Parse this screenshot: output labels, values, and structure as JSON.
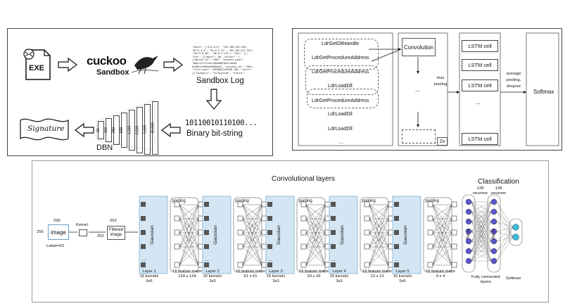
{
  "pipeline": {
    "exe_label": "EXE",
    "cuckoo_brand": "cuckoo",
    "cuckoo_sub": "Sandbox",
    "sandbox_log_label": "Sandbox Log",
    "bitstring": "10110010110100...",
    "binary_label": "Binary bit-string",
    "dbn_label": "DBN",
    "signature_label": "Signature",
    "dbn_layers": [
      "30",
      "100",
      "250",
      "500",
      "1,000",
      "2,500",
      "5,000",
      "20,000"
    ],
    "log_lines": [
      "\"hosts\": [\"8.8.8.8\", \"192.168.244.130\",",
      "\"89.8.4.6\", \"94.8.3.15\", \"194.105.251.234\",",
      "\"194.8.8.48\", \"80.8.4.115\"], \"dns\": [],",
      "\"tcp\": [{\"dport\": 80, \"offset\": 1 ...",
      "{\"parent_id\": \"300\", \"process_name\":",
      "\"bqb/c3fff7aac?b8dd887d8fcc6b48",
      "6fa8b17a95bae8985b4d\", \"process_id\": \"300\",",
      "\"first_seen\": 20200822161038.109, \"calls\":",
      "[{\"category\": \"filesystem\", \"status\":"
    ]
  },
  "lstm_model": {
    "api_calls": [
      "LdrGetDllHandle",
      "LdrGetProcedureAddress",
      "LdrGetProcedureAddress",
      "LdrLoadDll",
      "LdrGetProcedureAddress",
      "LdrLoadDll",
      "LdrLoadDll",
      "..."
    ],
    "convolution_label": "Convolution",
    "max_pooling_label": "max pooling",
    "dots": "...",
    "repeat_label": "2x",
    "lstm_cells": [
      "LSTM cell",
      "LSTM cell",
      "LSTM cell",
      "...",
      "LSTM cell"
    ],
    "avg_pool_label": "average pooling, dropout",
    "softmax_label": "Softmax"
  },
  "cnn_model": {
    "conv_title": "Convolutional layers",
    "class_title": "Classification",
    "image_size_top": "256",
    "image_size_left": "256",
    "image_label": "image",
    "label_text": "Label=0/1",
    "kernel_label": "Kernel",
    "filtered_size_top": "252",
    "filtered_size_left": "252",
    "filtered_label": "Filtered image",
    "pooling_label": "pooling",
    "gaussian_label": "Gaussian",
    "dots": "...",
    "layer_captions": [
      "Layer 1\n16 kernels\n5x5",
      "16 feature maps\n124 x 124",
      "Layer 2\n16 kernels\n3x3",
      "16 feature maps\n61 x 61",
      "Layer 3\n16 kernels\n3x3",
      "16 feature maps\n29 x 29",
      "Layer 4\n16 kernels\n3x3",
      "16 feature maps\n13 x 13",
      "Layer 5\n16 kernels\n5x5",
      "16 feature maps\n4 x 4"
    ],
    "neurons_a": "128\nneurons",
    "neurons_b": "128\nneurons",
    "relu_label": "ReLU",
    "fc_label": "Fully connected\nlayers",
    "softmax_label": "Softmax"
  }
}
